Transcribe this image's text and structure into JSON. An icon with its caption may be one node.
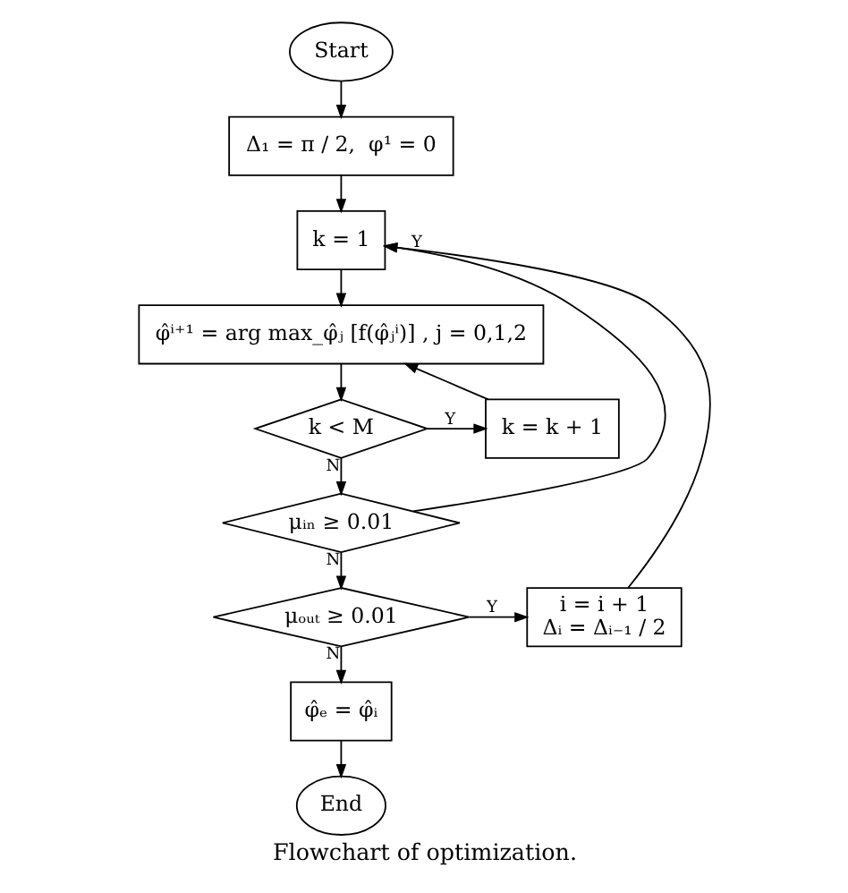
{
  "diagram": {
    "caption": "Flowchart of optimization.",
    "nodes": [
      {
        "text": [
          "Start"
        ]
      },
      {
        "text": [
          "Δ₁ = π / 2,  φ¹ = 0"
        ]
      },
      {
        "text": [
          "k = 1"
        ]
      },
      {
        "text": [
          "φ̂ⁱ⁺¹ = arg max_φ̂ⱼ [f(φ̂ⱼⁱ)] , j = 0,1,2"
        ]
      },
      {
        "text": [
          "k < M"
        ]
      },
      {
        "text": [
          "k = k + 1"
        ]
      },
      {
        "text": [
          "μᵢₙ ≥ 0.01"
        ]
      },
      {
        "text": [
          "μₒᵤₜ ≥ 0.01"
        ]
      },
      {
        "text": [
          "i = i + 1",
          "Δᵢ = Δᵢ₋₁ / 2"
        ]
      },
      {
        "text": [
          "φ̂ₑ = φ̂ᵢ"
        ]
      },
      {
        "text": [
          "End"
        ]
      }
    ],
    "edges": [
      {
        "from": 0,
        "to": 1,
        "arrow": "to"
      },
      {
        "from": 1,
        "to": 2,
        "arrow": "to"
      },
      {
        "from": 2,
        "to": 3,
        "arrow": "to"
      },
      {
        "from": 3,
        "to": 4,
        "arrow": "to"
      },
      {
        "from": 4,
        "to": 5,
        "arrow": "to",
        "label": "Y"
      },
      {
        "from": 5,
        "to": 3,
        "arrow": "to"
      },
      {
        "from": 4,
        "to": 6,
        "arrow": "to",
        "label": "N"
      },
      {
        "from": 6,
        "to": 2,
        "arrow": "to",
        "label": "Y"
      },
      {
        "from": 6,
        "to": 7,
        "arrow": "to",
        "label": "N"
      },
      {
        "from": 7,
        "to": 8,
        "arrow": "to",
        "label": "Y"
      },
      {
        "from": 8,
        "to": 2,
        "arrow": "to"
      },
      {
        "from": 7,
        "to": 9,
        "arrow": "to",
        "label": "N"
      },
      {
        "from": 9,
        "to": 10,
        "arrow": "to"
      }
    ]
  }
}
